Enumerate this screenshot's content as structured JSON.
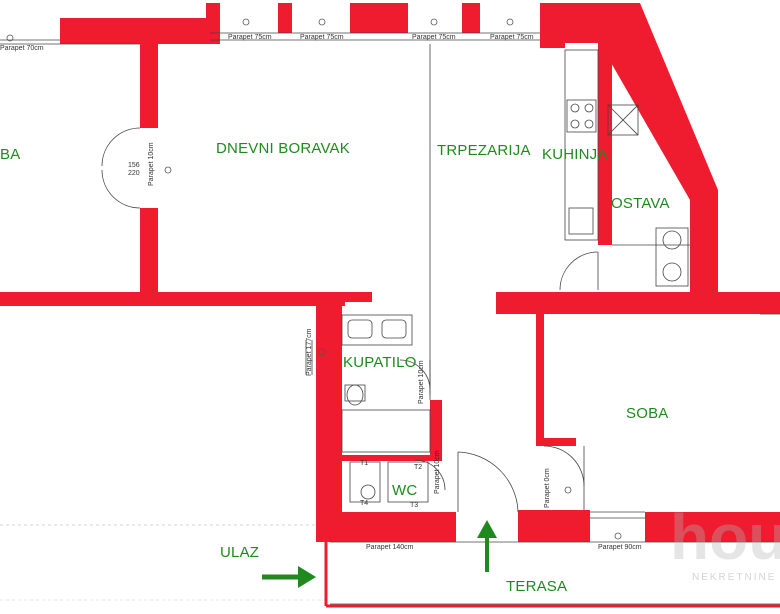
{
  "rooms": {
    "soba_left": "BA",
    "dnevni_boravak": "DNEVNI BORAVAK",
    "trpezarija": "TRPEZARIJA",
    "kuhinja": "KUHINJA",
    "ostava": "OSTAVA",
    "kupatilo": "KUPATILO",
    "wc": "WC",
    "soba": "SOBA",
    "ulaz": "ULAZ",
    "terasa": "TERASA"
  },
  "dimensions": {
    "parapet_70": "Parapet 70cm",
    "parapet_75a": "Parapet 75cm",
    "parapet_75b": "Parapet 75cm",
    "parapet_75c": "Parapet 75cm",
    "parapet_75d": "Parapet 75cm",
    "parapet_10": "Parapet 10cm",
    "door_156": "156",
    "door_220": "220",
    "parapet_177": "Parapet 177cm",
    "parapet_kup": "Parapet 10cm",
    "parapet_wc": "Parapet 10cm",
    "parapet_140": "Parapet 140cm",
    "parapet_90": "Parapet 90cm",
    "parapet_soba": "Parapet 0cm",
    "wc_t1": "T1",
    "wc_t2": "T2",
    "wc_t3": "T3",
    "wc_t4": "T4"
  },
  "watermark": {
    "main": "hou",
    "sub": "NEKRETNINE"
  },
  "colors": {
    "wall": "#ee1c2e",
    "thin_line": "#444444",
    "label": "#1e8a1e",
    "arrow": "#1e8a1e"
  }
}
